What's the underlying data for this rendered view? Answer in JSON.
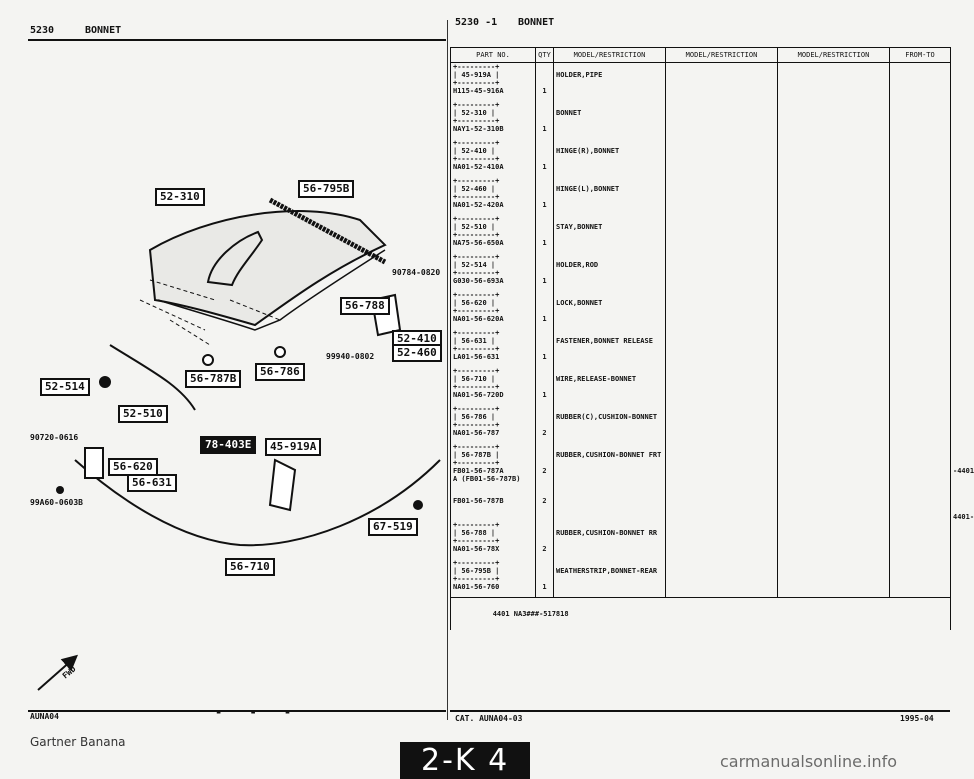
{
  "left_header": {
    "code": "5230",
    "title": "BONNET"
  },
  "right_header": {
    "code": "5230 -1",
    "title": "BONNET"
  },
  "diagram": {
    "callouts": [
      "52-310",
      "56-795B",
      "56-788",
      "52-410",
      "52-460",
      "56-787B",
      "56-786",
      "52-514",
      "52-510",
      "78-403E",
      "45-919A",
      "56-620",
      "56-631",
      "67-519",
      "56-710"
    ],
    "part_numbers": [
      "90784-0820",
      "99940-0802",
      "90720-0616",
      "99A60-0603B"
    ],
    "fwd_label": "FWD",
    "code": "AUNA04"
  },
  "table": {
    "columns": [
      "PART NO.",
      "QTY",
      "MODEL/RESTRICTION",
      "MODEL/RESTRICTION",
      "MODEL/RESTRICTION",
      "FROM-TO"
    ],
    "rows": [
      {
        "ref": "45-919A",
        "part": "H115-45-916A",
        "qty": "1",
        "desc": "HOLDER,PIPE",
        "from_to": ""
      },
      {
        "ref": "52-310",
        "part": "NAY1-52-310B",
        "qty": "1",
        "desc": "BONNET",
        "from_to": ""
      },
      {
        "ref": "52-410",
        "part": "NA01-52-410A",
        "qty": "1",
        "desc": "HINGE(R),BONNET",
        "from_to": ""
      },
      {
        "ref": "52-460",
        "part": "NA01-52-420A",
        "qty": "1",
        "desc": "HINGE(L),BONNET",
        "from_to": ""
      },
      {
        "ref": "52-510",
        "part": "NA75-56-650A",
        "qty": "1",
        "desc": "STAY,BONNET",
        "from_to": ""
      },
      {
        "ref": "52-514",
        "part": "G030-56-693A",
        "qty": "1",
        "desc": "HOLDER,ROD",
        "from_to": ""
      },
      {
        "ref": "56-620",
        "part": "NA01-56-620A",
        "qty": "1",
        "desc": "LOCK,BONNET",
        "from_to": ""
      },
      {
        "ref": "56-631",
        "part": "LA01-56-631",
        "qty": "1",
        "desc": "FASTENER,BONNET RELEASE",
        "from_to": ""
      },
      {
        "ref": "56-710",
        "part": "NA01-56-720D",
        "qty": "1",
        "desc": "WIRE,RELEASE-BONNET",
        "from_to": ""
      },
      {
        "ref": "56-786",
        "part": "NA01-56-787",
        "qty": "2",
        "desc": "RUBBER(C),CUSHION-BONNET",
        "from_to": ""
      },
      {
        "ref": "56-787B",
        "part": "FB01-56-787A",
        "qty": "2",
        "desc": "RUBBER,CUSHION-BONNET FRT",
        "from_to": "-4401",
        "alt": "A (FB01-56-787B)"
      },
      {
        "ref": "",
        "part": "FB01-56-787B",
        "qty": "2",
        "desc": "",
        "from_to": "4401-"
      },
      {
        "ref": "56-788",
        "part": "NA01-56-78X",
        "qty": "2",
        "desc": "RUBBER,CUSHION-BONNET RR",
        "from_to": ""
      },
      {
        "ref": "56-795B",
        "part": "NA01-56-760",
        "qty": "1",
        "desc": "WEATHERSTRIP,BONNET-REAR",
        "from_to": ""
      }
    ],
    "footnote": "4401 NA3###-517818"
  },
  "footer": {
    "cat": "CAT. AUNA04-03",
    "date": "1995-04"
  },
  "watermark_left": "Gartner Banana",
  "page_marker": "2-K 4",
  "watermark_right": "carmanualsonline.info"
}
